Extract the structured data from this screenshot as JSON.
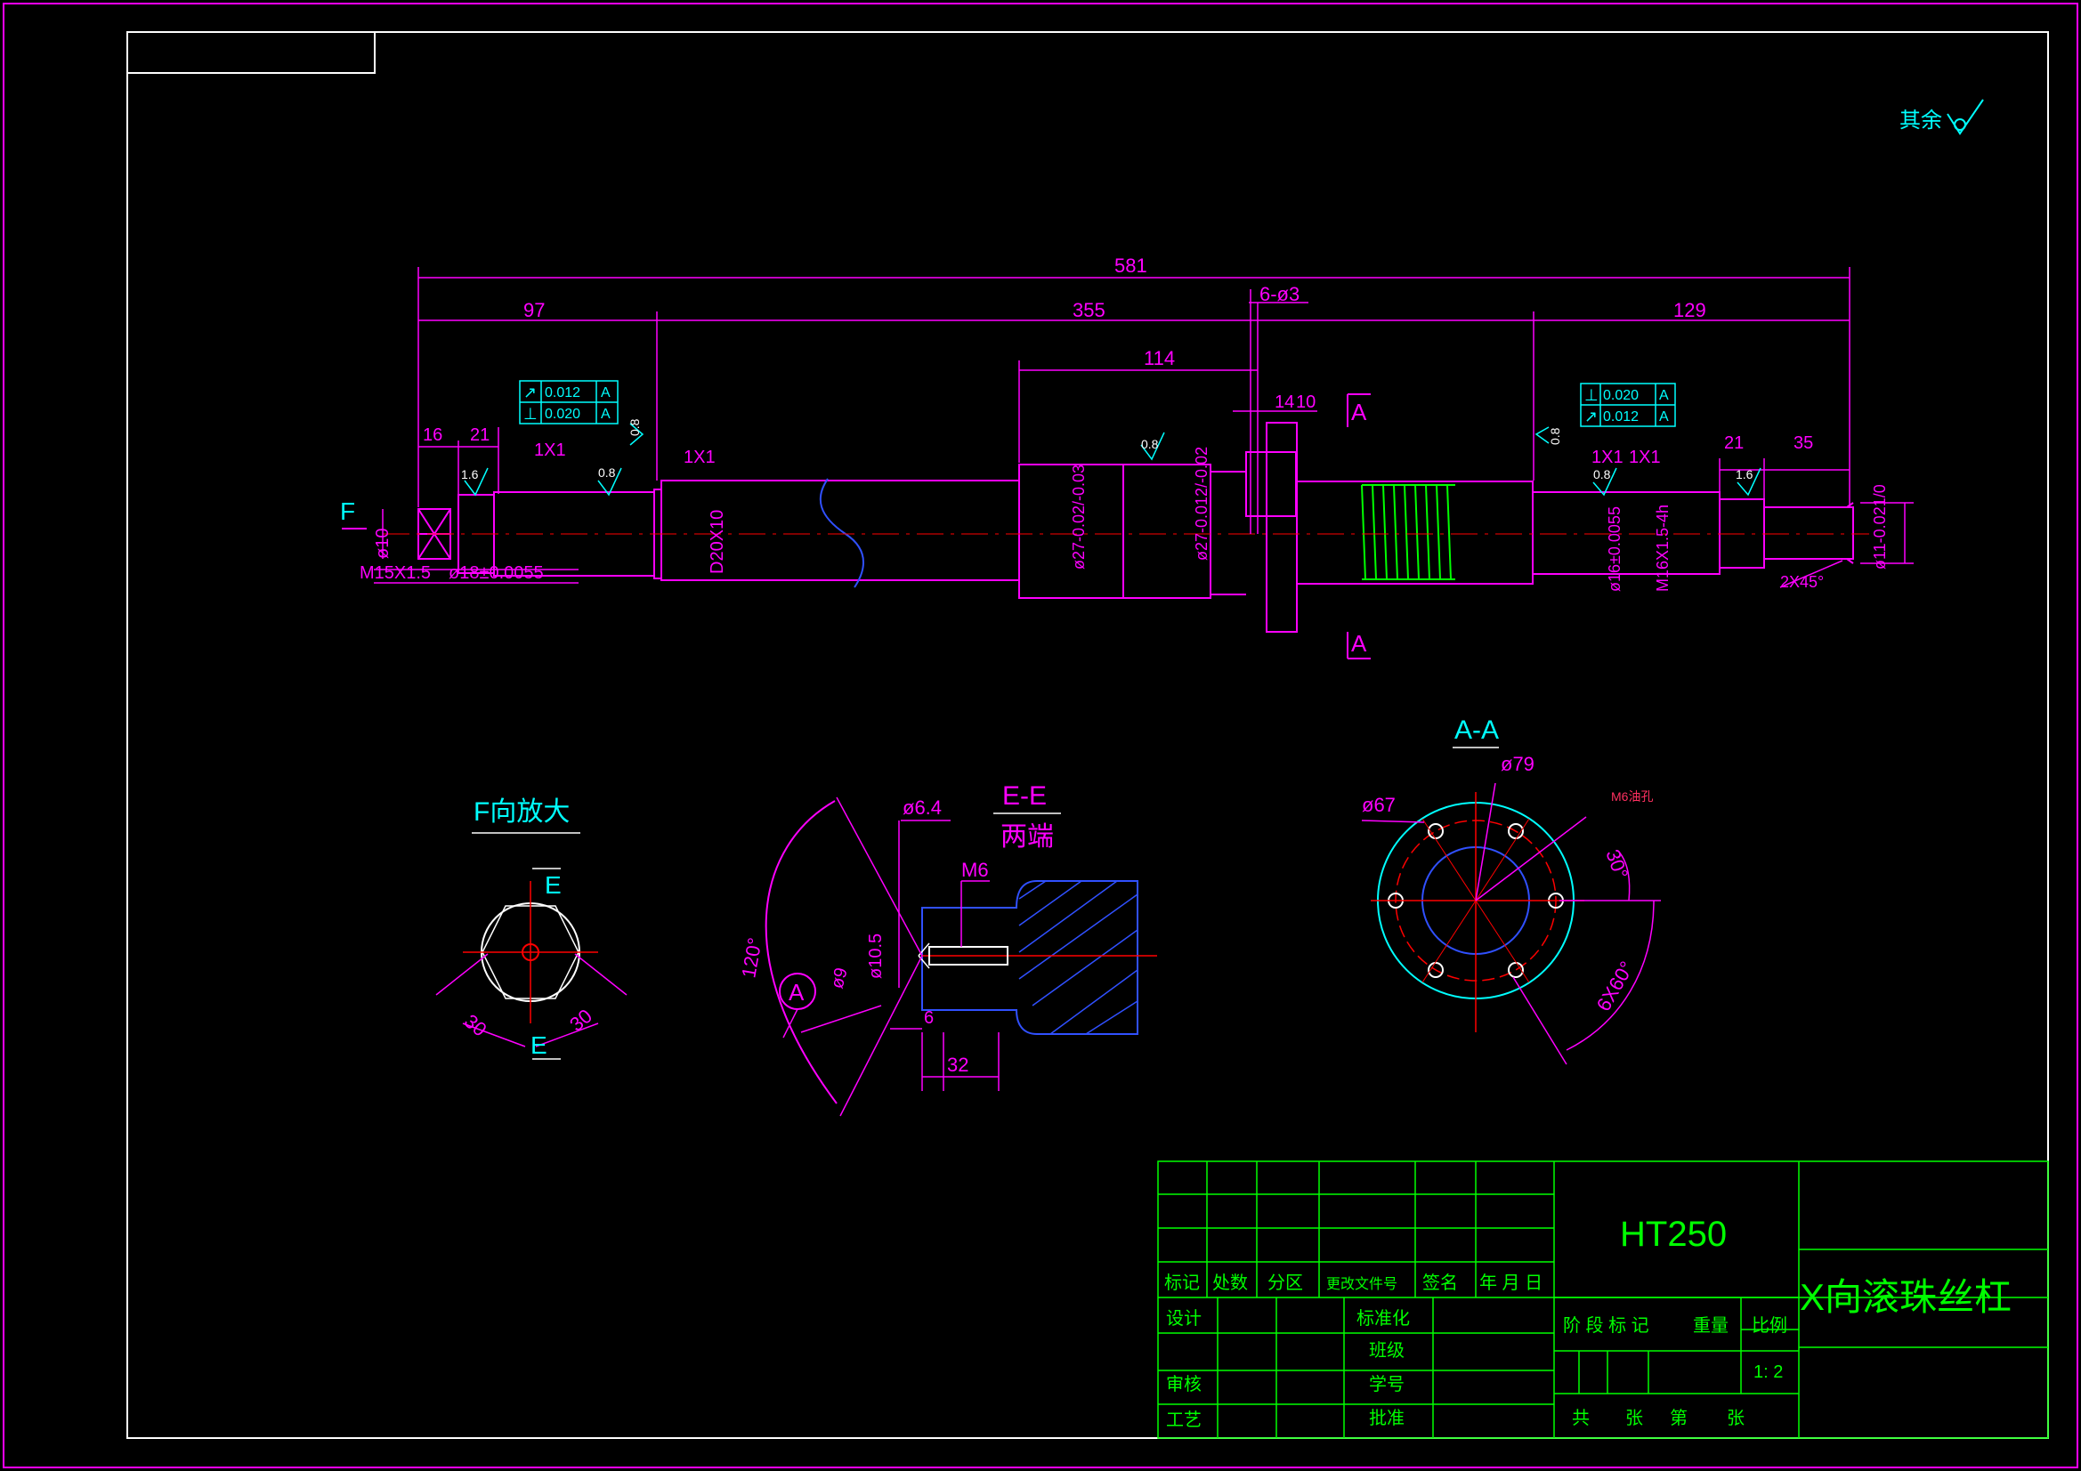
{
  "surface_finish": {
    "label": "其余"
  },
  "dims": {
    "total": "581",
    "left": "97",
    "middle": "355",
    "right": "129",
    "holes": "6-ø3",
    "nut": "114",
    "flange": "14",
    "flange2": "10",
    "d16": "16",
    "d21a": "21",
    "d21b": "21",
    "d35": "35",
    "ch1": "1X1",
    "ch2": "1X1",
    "ch3": "1X1",
    "ch4": "1X1",
    "dia10": "ø10",
    "thread_left": "M15X1.5",
    "d18": "ø18±0.0055",
    "key": "D20X10",
    "nut_d1": "ø27-0.02/-0.03",
    "nut_d2": "ø27-0.012/-0.02",
    "d16r": "ø16±0.0055",
    "thread_right": "M16X1.5-4h",
    "d11": "ø11-0.021/0",
    "chamfer": "2X45°"
  },
  "roughness": {
    "r16a": "1.6",
    "r08a": "0.8",
    "r08b": "0.8",
    "r08c": "0.8",
    "r08d": "0.8",
    "r08e": "0.8",
    "r16b": "1.6"
  },
  "tolerances": {
    "left": [
      {
        "symbol": "↗",
        "value": "0.012",
        "datum": "A"
      },
      {
        "symbol": "⊥",
        "value": "0.020",
        "datum": "A"
      }
    ],
    "right": [
      {
        "symbol": "⊥",
        "value": "0.020",
        "datum": "A"
      },
      {
        "symbol": "↗",
        "value": "0.012",
        "datum": "A"
      }
    ]
  },
  "section_marks": {
    "a_top": "A",
    "a_bottom": "A",
    "f": "F"
  },
  "view_f": {
    "title": "F向放大",
    "e_top": "E",
    "e_bottom": "E",
    "dim_left": "30",
    "dim_right": "30"
  },
  "view_ee": {
    "title": "E-E",
    "subtitle": "两端",
    "d64": "ø6.4",
    "m6": "M6",
    "angle": "120°",
    "d9": "ø9",
    "d105": "ø10.5",
    "d6": "6",
    "d32": "32",
    "a": "A"
  },
  "view_aa": {
    "title": "A-A",
    "d79": "ø79",
    "d67": "ø67",
    "oil": "M6油孔",
    "ang30": "30°",
    "ang660": "6X60°"
  },
  "title_block": {
    "material": "HT250",
    "name": "X向滚珠丝杠",
    "headers": [
      "标记",
      "处数",
      "分区",
      "更改文件号",
      "签名",
      "年 月 日"
    ],
    "design": "设计",
    "standard": "标准化",
    "class": "班级",
    "review": "审核",
    "student_no": "学号",
    "process": "工艺",
    "approve": "批准",
    "stage": "阶 段 标 记",
    "weight": "重量",
    "scale_label": "比例",
    "scale": "1: 2",
    "total_sheets": "共",
    "sheet1": "张",
    "sheet_no": "第",
    "sheet2": "张"
  },
  "colors": {
    "frame": "#ff00ff",
    "outline": "#ffffff",
    "center": "#ff0000",
    "table": "#00ff00",
    "text": "#00ffff"
  }
}
